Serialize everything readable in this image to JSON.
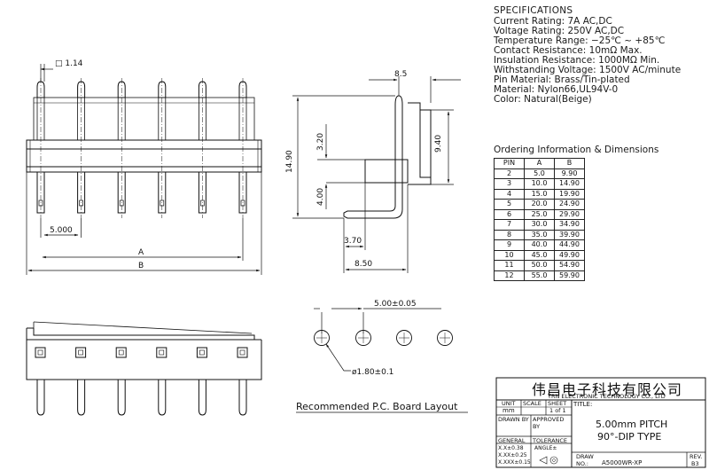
{
  "specifications": {
    "title": "SPECIFICATIONS",
    "lines": [
      "Current Rating: 7A AC,DC",
      "Voltage Rating: 250V AC,DC",
      "Temperature Range: −25℃ ~ +85℃",
      "Contact Resistance: 10mΩ Max.",
      "Insulation Resistance: 1000MΩ Min.",
      "Withstanding Voltage: 1500V AC/minute",
      "Pin Material: Brass/Tin-plated",
      "Material: Nylon66,UL94V-0",
      "Color: Natural(Beige)"
    ]
  },
  "ordering": {
    "title": "Ordering Information & Dimensions",
    "headers": [
      "PIN",
      "A",
      "B"
    ],
    "rows": [
      [
        "2",
        "5.0",
        "9.90"
      ],
      [
        "3",
        "10.0",
        "14.90"
      ],
      [
        "4",
        "15.0",
        "19.90"
      ],
      [
        "5",
        "20.0",
        "24.90"
      ],
      [
        "6",
        "25.0",
        "29.90"
      ],
      [
        "7",
        "30.0",
        "34.90"
      ],
      [
        "8",
        "35.0",
        "39.90"
      ],
      [
        "9",
        "40.0",
        "44.90"
      ],
      [
        "10",
        "45.0",
        "49.90"
      ],
      [
        "11",
        "50.0",
        "54.90"
      ],
      [
        "12",
        "55.0",
        "59.90"
      ]
    ]
  },
  "front_view": {
    "pin_square": "□ 1.14",
    "pitch": "5.000",
    "dim_a": "A",
    "dim_b": "B"
  },
  "side_view": {
    "top_width": "8.5",
    "height_total": "14.90",
    "upper_height": "3.20",
    "right_height": "9.40",
    "lower_height": "4.00",
    "foot_offset": "3.70",
    "base_width": "8.50"
  },
  "pcb_layout": {
    "pitch": "5.00±0.05",
    "hole": "ø1.80±0.1",
    "label": "Recommended P.C. Board Layout"
  },
  "title_block": {
    "company_cn": "伟昌电子科技有限公司",
    "company_en": "TRN ELECTRONIC TECHNOLOGY CO., LTD",
    "unit_label": "UNIT",
    "unit_value": "mm",
    "scale_label": "SCALE",
    "sheet_label": "SHEET",
    "sheet_value": "1 of 1",
    "title_label": "TITLE:",
    "drawn_by": "DRAWN BY",
    "approved_by": "APPROVED BY",
    "general": "GENERAL",
    "tolerance": "TOLERANCE",
    "tol1": "X.X±0.38",
    "tol2": "X.XX±0.25",
    "tol3": "X.XXX±0.15",
    "angle": "ANGLE±",
    "title_line1": "5.00mm PITCH",
    "title_line2": "90°-DIP TYPE",
    "draw_label": "DRAW",
    "no_label": "NO.:",
    "draw_no": "A5000WR-XP",
    "rev_label": "REV.",
    "rev_value": "B3"
  }
}
